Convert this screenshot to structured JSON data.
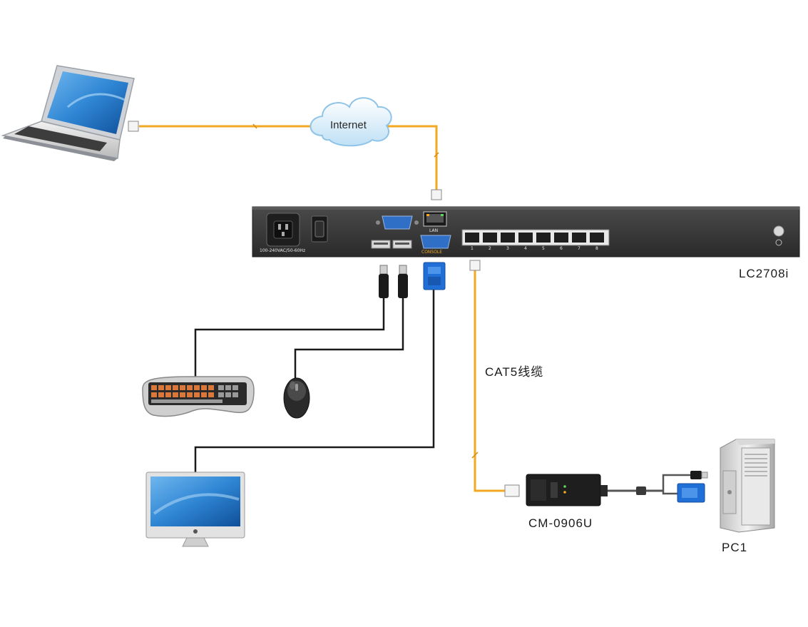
{
  "cloud": {
    "label": "Internet"
  },
  "kvm": {
    "model": "LC2708i",
    "power_rating": "100-240VAC/50-60Hz",
    "lan_label": "LAN",
    "console_label": "CONSOLE",
    "ports": [
      "1",
      "2",
      "3",
      "4",
      "5",
      "6",
      "7",
      "8"
    ]
  },
  "cable": {
    "label": "CAT5线缆"
  },
  "adapter": {
    "model": "CM-0906U"
  },
  "pc": {
    "label": "PC1"
  },
  "colors": {
    "cat5_cable": "#f2a823",
    "signal_cable": "#1a1a1a",
    "vga_connector": "#1f6fd6",
    "kvm_body": "#3a3a3a"
  },
  "icons": [
    "laptop-icon",
    "cloud-icon",
    "keyboard-icon",
    "mouse-icon",
    "monitor-icon",
    "pc-tower-icon",
    "adapter-icon"
  ]
}
